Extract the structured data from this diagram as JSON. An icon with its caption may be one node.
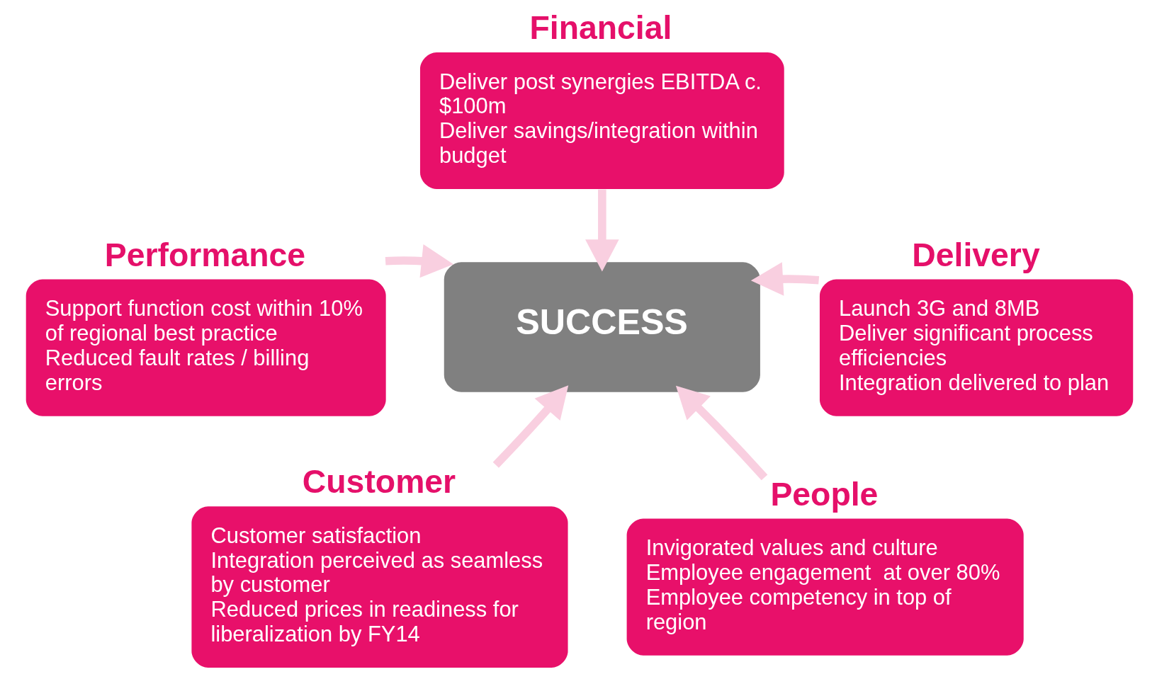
{
  "diagram": {
    "nodes": [
      {
        "text": [
          "Financial",
          "Deliver post synergies EBITDA c. $100m",
          "Deliver savings/integration within budget"
        ]
      },
      {
        "text": [
          "Performance",
          "Support function cost within 10% of regional best practice",
          "Reduced fault rates / billing errors"
        ]
      },
      {
        "text": [
          "SUCCESS"
        ]
      },
      {
        "text": [
          "Delivery",
          "Launch 3G and 8MB",
          "Deliver significant process efficiencies",
          "Integration delivered to plan"
        ]
      },
      {
        "text": [
          "Customer",
          "Customer satisfaction",
          "Integration perceived as seamless by customer",
          "Reduced prices in readiness for liberalization by FY14"
        ]
      },
      {
        "text": [
          "People",
          "Invigorated values and culture",
          "Employee engagement  at over 80%",
          "Employee competency in top of region"
        ]
      }
    ],
    "edges": [
      {
        "from": 0,
        "to": 2,
        "arrow": "to"
      },
      {
        "from": 1,
        "to": 2,
        "arrow": "to"
      },
      {
        "from": 3,
        "to": 2,
        "arrow": "to"
      },
      {
        "from": 4,
        "to": 2,
        "arrow": "to"
      },
      {
        "from": 5,
        "to": 2,
        "arrow": "to"
      }
    ]
  }
}
